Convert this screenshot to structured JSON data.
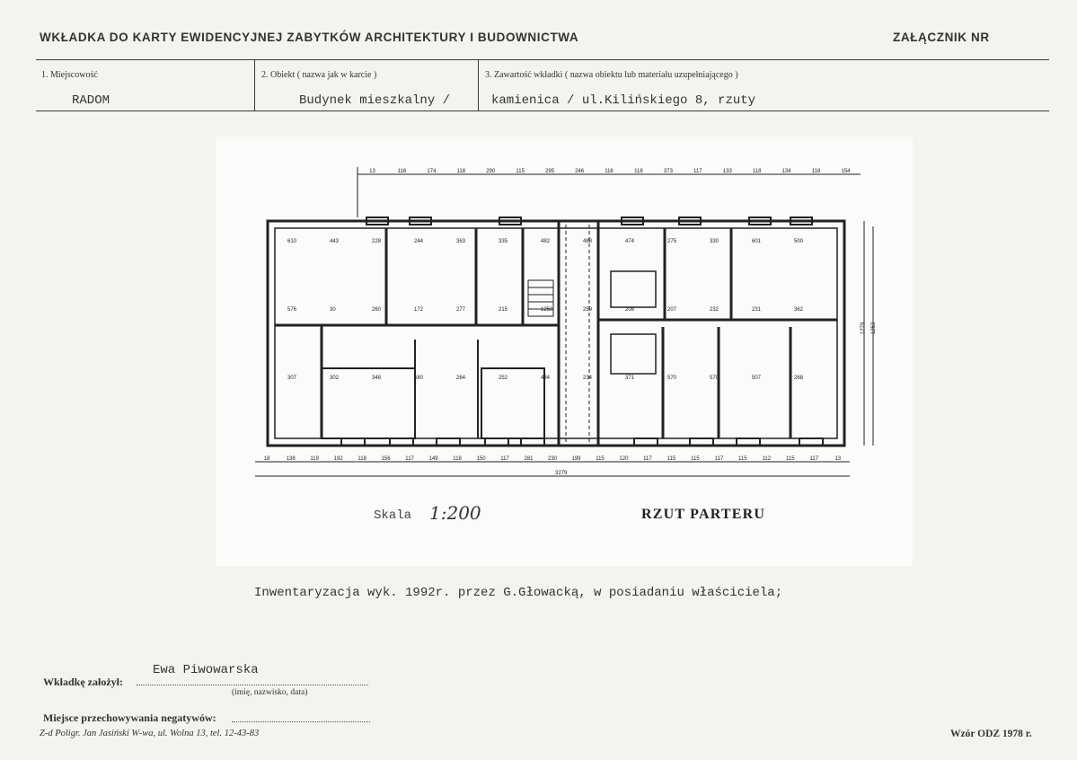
{
  "header": {
    "title": "WKŁADKA DO KARTY EWIDENCYJNEJ ZABYTKÓW ARCHITEKTURY I BUDOWNICTWA",
    "attachment": "ZAŁĄCZNIK NR"
  },
  "fields": {
    "locality_label": "1. Miejscowość",
    "locality_value": "RADOM",
    "object_label": "2. Obiekt ( nazwa jak w karcie )",
    "object_value": "Budynek mieszkalny /",
    "content_label": "3. Zawartość wkładki ( nazwa obiektu lub materiału uzupełniającego )",
    "content_value": "kamienica / ul.Kilińskiego 8,  rzuty"
  },
  "drawing": {
    "top_dims": [
      "13",
      "116",
      "174",
      "118",
      "290",
      "115",
      "295",
      "246",
      "116",
      "118",
      "373",
      "117",
      "133",
      "118",
      "134",
      "118",
      "154"
    ],
    "bottom_dims": [
      "18",
      "138",
      "119",
      "192",
      "118",
      "156",
      "117",
      "149",
      "118",
      "150",
      "117",
      "281",
      "230",
      "199",
      "115",
      "120",
      "117",
      "115",
      "115",
      "117",
      "115",
      "112",
      "115",
      "117",
      "13"
    ],
    "total": "3279",
    "side_dims": [
      "1279",
      "1253"
    ],
    "room_labels": [
      "610",
      "443",
      "228",
      "244",
      "363",
      "335",
      "482",
      "488",
      "474",
      "275",
      "330",
      "601",
      "500",
      "576",
      "30",
      "260",
      "172",
      "277",
      "215",
      "1250",
      "259",
      "208",
      "207",
      "232",
      "231",
      "362",
      "307",
      "302",
      "348",
      "580",
      "264",
      "252",
      "434",
      "234",
      "371",
      "570",
      "570",
      "507",
      "268"
    ],
    "scale_label": "Skala",
    "scale_value": "1:200",
    "title": "RZUT PARTERU"
  },
  "note": "Inwentaryzacja wyk. 1992r. przez G.Głowacką, w posiadaniu właściciela;",
  "footer": {
    "created_by_label": "Wkładkę założył:",
    "created_by_value": "Ewa Piwowarska",
    "created_by_hint": "(imię, nazwisko, data)",
    "negatives_label": "Miejsce przechowywania negatywów:",
    "printer": "Z-d Poligr. Jan Jasiński W-wa, ul. Wolna 13, tel. 12-43-83",
    "form_id": "Wzór ODZ 1978 r."
  }
}
